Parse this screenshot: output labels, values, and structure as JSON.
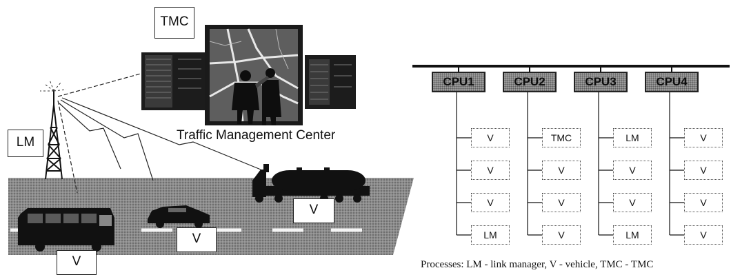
{
  "scene": {
    "tmc_label": "TMC",
    "tmc_caption": "Traffic Management Center",
    "lm_label": "LM",
    "vehicle_labels": [
      "V",
      "V",
      "V"
    ]
  },
  "system": {
    "cpus": [
      {
        "name": "CPU1",
        "processes": [
          "V",
          "V",
          "V",
          "LM"
        ]
      },
      {
        "name": "CPU2",
        "processes": [
          "TMC",
          "V",
          "V",
          "V"
        ]
      },
      {
        "name": "CPU3",
        "processes": [
          "LM",
          "V",
          "V",
          "LM"
        ]
      },
      {
        "name": "CPU4",
        "processes": [
          "V",
          "V",
          "V",
          "V"
        ]
      }
    ],
    "legend": "Processes: LM - link manager,  V - vehicle,  TMC - TMC"
  }
}
